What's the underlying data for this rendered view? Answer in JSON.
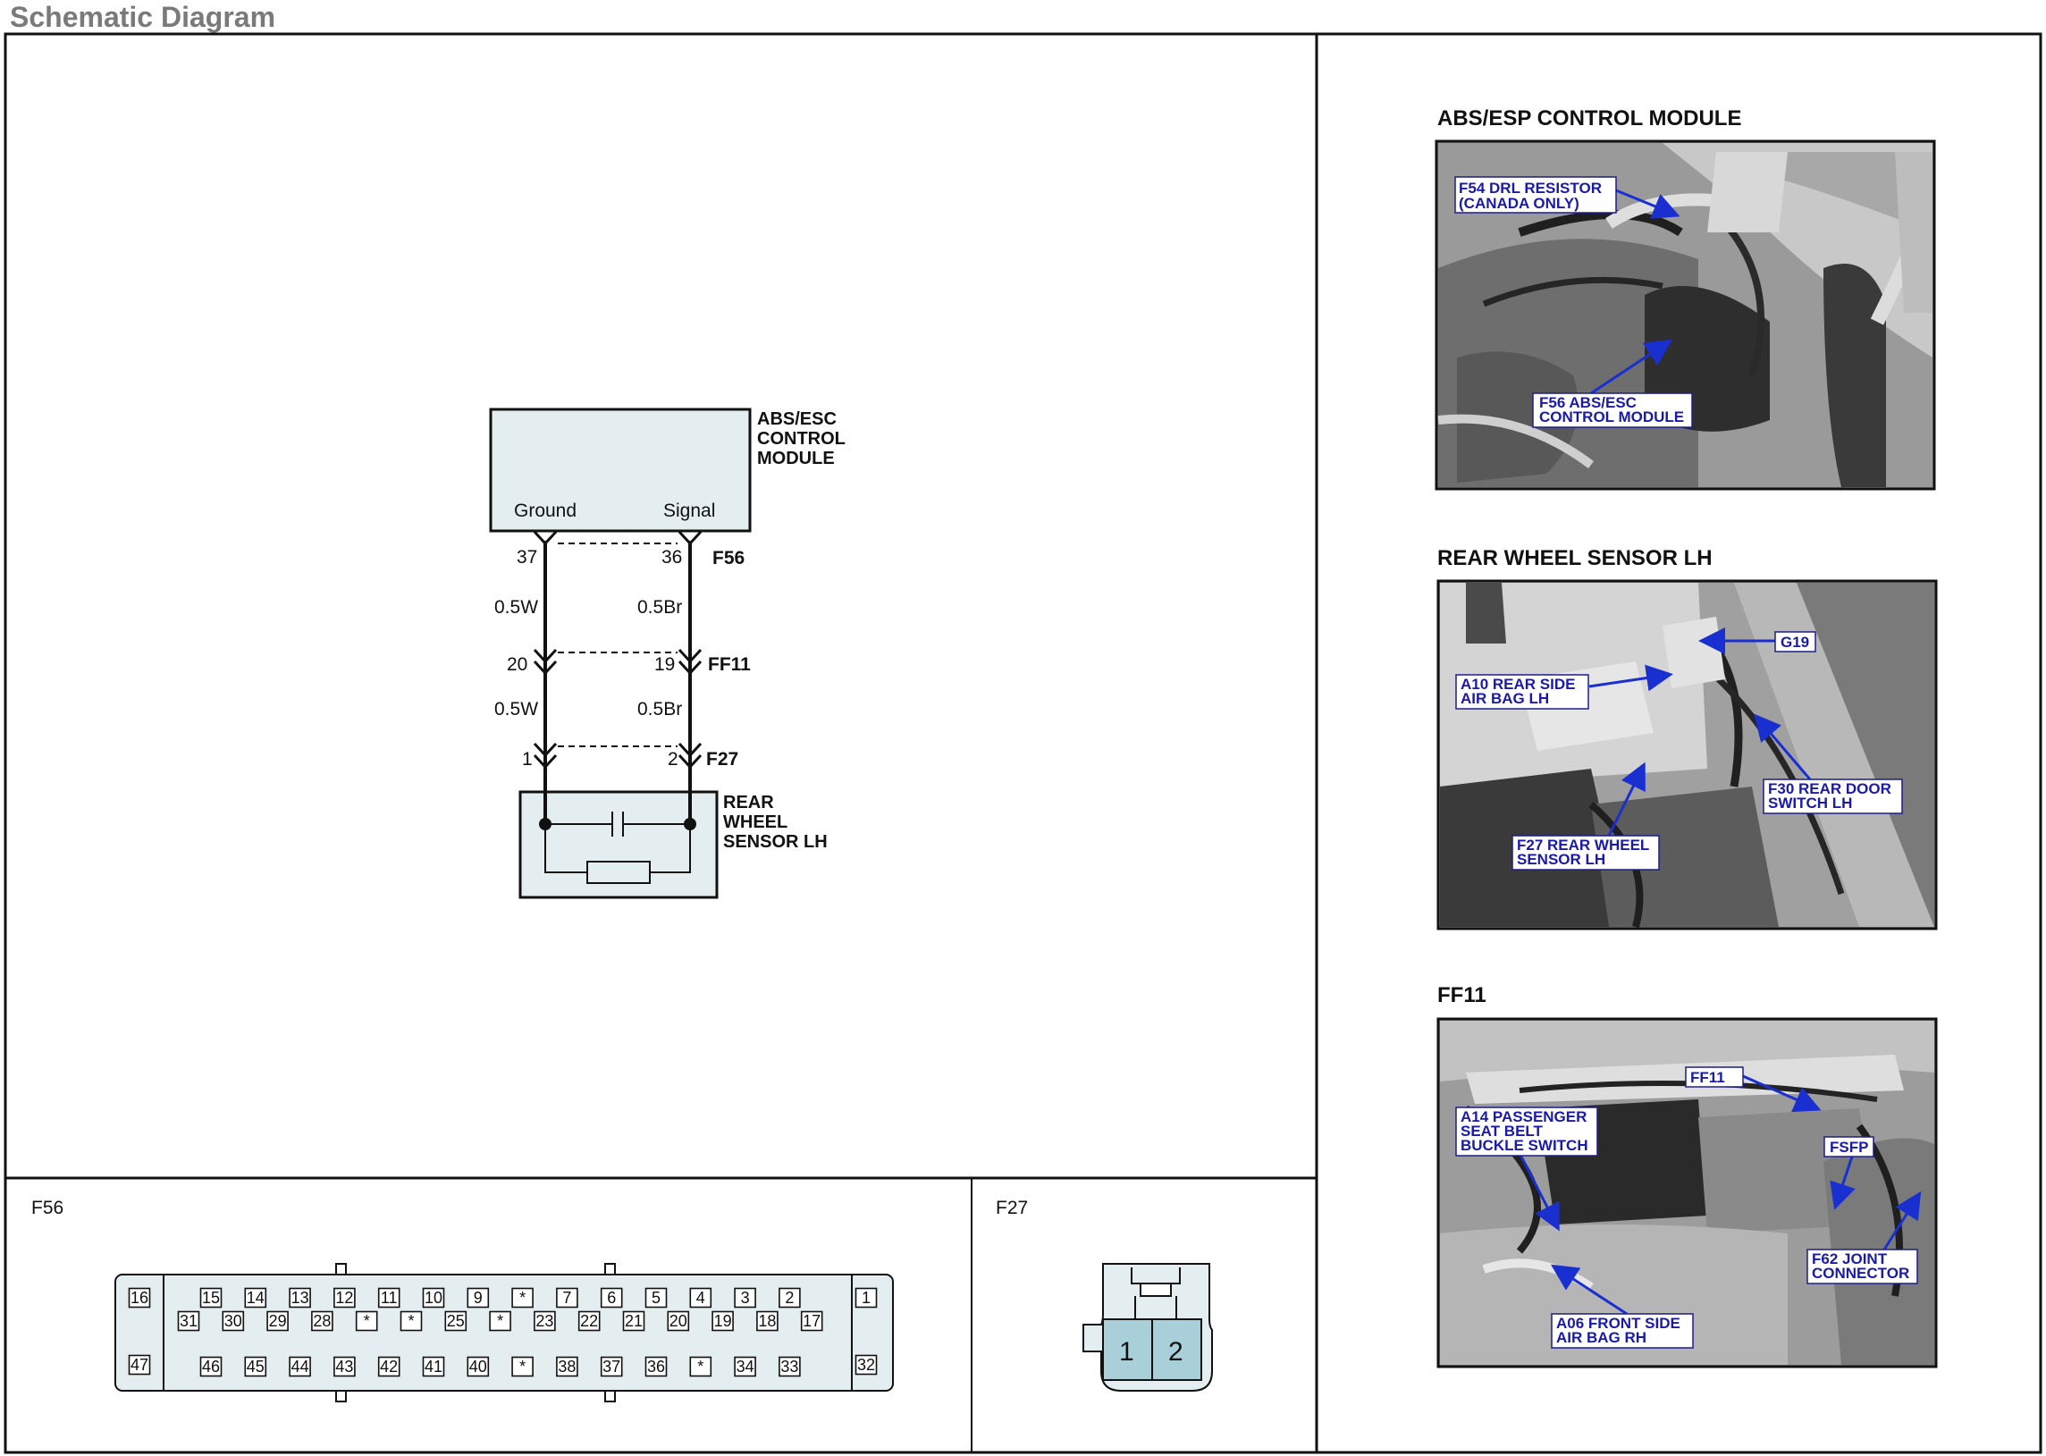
{
  "page_title": "Schematic Diagram",
  "module": {
    "name_lines": [
      "ABS/ESC",
      "CONTROL",
      "MODULE"
    ],
    "pin_ground_label": "Ground",
    "pin_signal_label": "Signal"
  },
  "wiring": {
    "left_pins": [
      "37",
      "20",
      "1"
    ],
    "right_pins": [
      "36",
      "19",
      "2"
    ],
    "connectors": [
      "F56",
      "FF11",
      "F27"
    ],
    "left_wires": [
      "0.5W",
      "0.5W"
    ],
    "right_wires": [
      "0.5Br",
      "0.5Br"
    ]
  },
  "sensor": {
    "name_lines": [
      "REAR",
      "WHEEL",
      "SENSOR LH"
    ]
  },
  "connector_f56": {
    "label": "F56",
    "end_left_top": "16",
    "end_left_bottom": "47",
    "end_right_top": "1",
    "end_right_bottom": "32",
    "row1": [
      "15",
      "14",
      "13",
      "12",
      "11",
      "10",
      "9",
      "*",
      "7",
      "6",
      "5",
      "4",
      "3",
      "2"
    ],
    "row2": [
      "31",
      "30",
      "29",
      "28",
      "*",
      "*",
      "25",
      "*",
      "23",
      "22",
      "21",
      "20",
      "19",
      "18",
      "17"
    ],
    "row3": [
      "46",
      "45",
      "44",
      "43",
      "42",
      "41",
      "40",
      "*",
      "38",
      "37",
      "36",
      "*",
      "34",
      "33"
    ]
  },
  "connector_f27": {
    "label": "F27",
    "pins": [
      "1",
      "2"
    ]
  },
  "photos": [
    {
      "title": "ABS/ESP CONTROL MODULE",
      "callouts": [
        {
          "lines": [
            "F54 DRL RESISTOR",
            "(CANADA ONLY)"
          ]
        },
        {
          "lines": [
            "F56 ABS/ESC",
            "CONTROL MODULE"
          ]
        }
      ]
    },
    {
      "title": "REAR WHEEL SENSOR LH",
      "callouts": [
        {
          "lines": [
            "G19"
          ]
        },
        {
          "lines": [
            "A10 REAR SIDE",
            "AIR BAG LH"
          ]
        },
        {
          "lines": [
            "F30 REAR DOOR",
            "SWITCH LH"
          ]
        },
        {
          "lines": [
            "F27 REAR WHEEL",
            "SENSOR LH"
          ]
        }
      ]
    },
    {
      "title": "FF11",
      "callouts": [
        {
          "lines": [
            "FF11"
          ]
        },
        {
          "lines": [
            "A14 PASSENGER",
            "SEAT BELT",
            "BUCKLE SWITCH"
          ]
        },
        {
          "lines": [
            "FSFP"
          ]
        },
        {
          "lines": [
            "F62 JOINT",
            "CONNECTOR"
          ]
        },
        {
          "lines": [
            "A06 FRONT SIDE",
            "AIR BAG RH"
          ]
        }
      ]
    }
  ],
  "colors": {
    "module_fill": "#e4eef0",
    "highlight_pin": "#b3cdd1",
    "f27_pin_fill": "#a9d0d8",
    "callout_text": "#1a1aa8",
    "arrow": "#1a2fd0"
  }
}
